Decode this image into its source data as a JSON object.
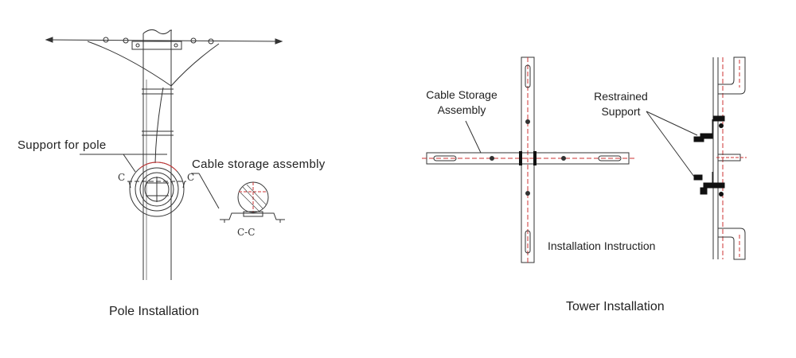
{
  "pole": {
    "support_label": "Support for pole",
    "storage_label": "Cable storage assembly",
    "section_mark_left": "C",
    "section_mark_right": "C",
    "section_caption": "C-C",
    "caption": "Pole Installation"
  },
  "tower": {
    "storage_label_line1": "Cable Storage",
    "storage_label_line2": "Assembly",
    "support_label_line1": "Restrained",
    "support_label_line2": "Support",
    "instruction_label": "Installation Instruction",
    "caption": "Tower Installation"
  },
  "colors": {
    "line": "#333333",
    "accent": "#cc3333",
    "fill_dark": "#111111"
  }
}
